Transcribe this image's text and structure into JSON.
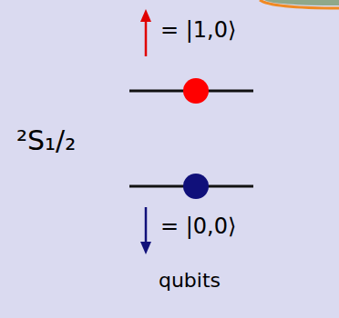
{
  "diagram": {
    "labels": [
      "²S₁/₂",
      "= |1,0⟩",
      "= |0,0⟩",
      "qubits"
    ]
  }
}
